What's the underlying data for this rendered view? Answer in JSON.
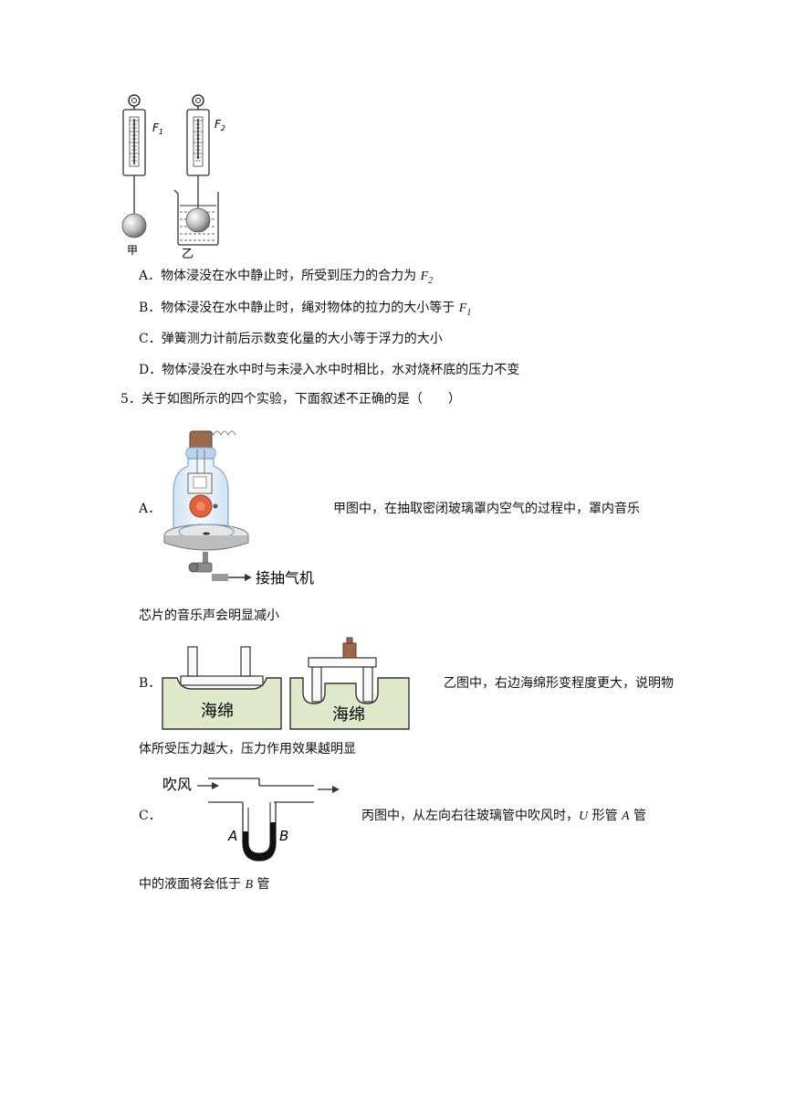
{
  "fig4": {
    "label_jia": "甲",
    "label_yi": "乙",
    "f1": "F",
    "f1_sub": "1",
    "f2": "F",
    "f2_sub": "2"
  },
  "q4": {
    "opt_a_pre": "A．物体浸没在水中静止时，所受到压力的合力为 ",
    "opt_a_var": "F",
    "opt_a_sub": "2",
    "opt_b_pre": "B．物体浸没在水中静止时，绳对物体的拉力的大小等于 ",
    "opt_b_var": "F",
    "opt_b_sub": "1",
    "opt_c": "C．弹簧测力计前后示数变化量的大小等于浮力的大小",
    "opt_d": "D．物体浸没在水中时与未浸入水中时相比，水对烧杯底的压力不变"
  },
  "q5": {
    "stem": "5．关于如图所示的四个实验，下面叙述不正确的是（　　）",
    "a_letter": "A．",
    "a_text_1": "甲图中，在抽取密闭玻璃罩内空气的过程中，罩内音乐",
    "a_text_2": "芯片的音乐声会明显减小",
    "a_fig_label": "接抽气机",
    "b_letter": "B．",
    "b_text_1": "乙图中，右边海绵形变程度更大，说明物",
    "b_text_2": "体所受压力越大，压力作用效果越明显",
    "b_sponge": "海绵",
    "c_letter": "C．",
    "c_text_1_pre": "丙图中，从左向右往玻璃管中吹风时，",
    "c_text_1_u": "U",
    "c_text_1_mid": " 形管 ",
    "c_text_1_a": "A",
    "c_text_1_post": " 管",
    "c_text_2_pre": "中的液面将会低于 ",
    "c_text_2_b": "B",
    "c_text_2_post": " 管",
    "c_fig_wind": "吹风",
    "c_fig_a": "A",
    "c_fig_b": "B"
  }
}
